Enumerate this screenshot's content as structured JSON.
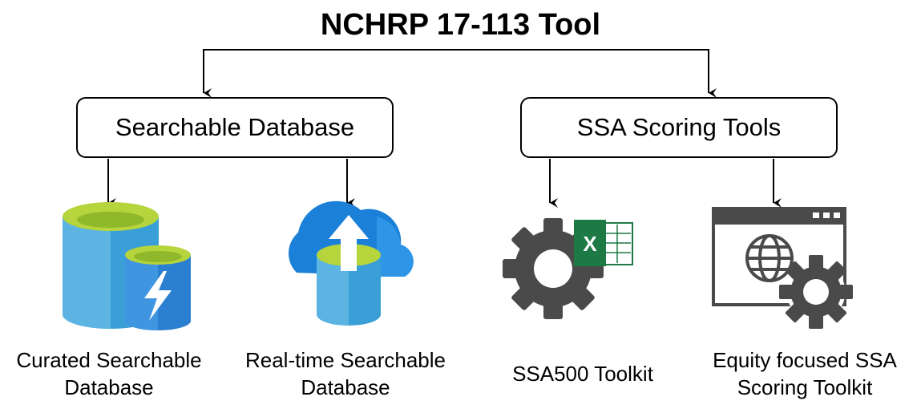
{
  "title": "NCHRP 17-113 Tool",
  "categories": {
    "database": "Searchable Database",
    "scoring": "SSA Scoring Tools"
  },
  "items": {
    "curated": {
      "line1": "Curated Searchable",
      "line2": "Database",
      "icon": "database-lightning-icon"
    },
    "realtime": {
      "line1": "Real-time Searchable",
      "line2": "Database",
      "icon": "cloud-database-upload-icon"
    },
    "ssa500": {
      "line1": "SSA500 Toolkit",
      "icon": "gear-excel-icon",
      "badge": "X"
    },
    "equity": {
      "line1": "Equity focused SSA",
      "line2": "Scoring Toolkit",
      "icon": "browser-globe-gear-icon"
    }
  },
  "colors": {
    "db_blue": "#3a9fd6",
    "db_blue_light": "#5bb4e2",
    "db_green": "#b6d43c",
    "bolt_blue": "#2b7fd1",
    "cloud_blue": "#1b80d8",
    "excel_green": "#1d7a45",
    "gear_gray": "#4a4a4a"
  }
}
